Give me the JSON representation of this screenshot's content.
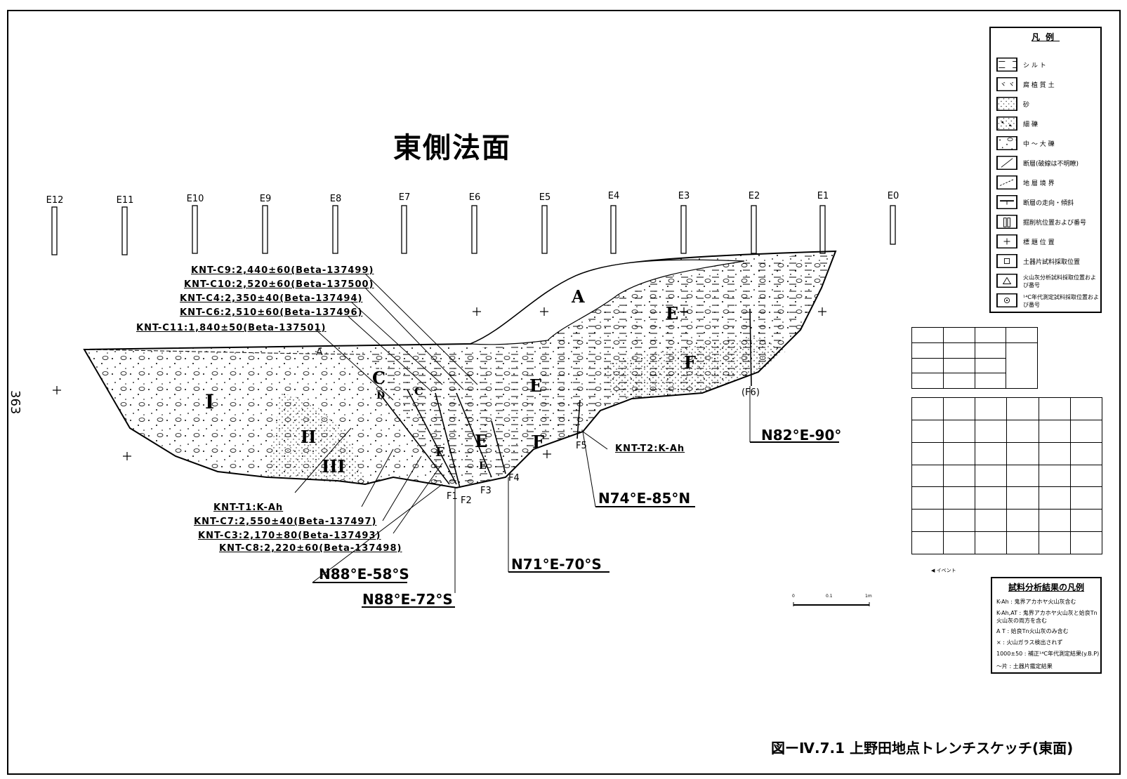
{
  "page": {
    "title": "東側法面",
    "page_number": "363",
    "caption": "図ーⅣ.7.1 上野田地点トレンチスケッチ(東面)"
  },
  "stakes": [
    "E12",
    "E11",
    "E10",
    "E9",
    "E8",
    "E7",
    "E6",
    "E5",
    "E4",
    "E3",
    "E2",
    "E1",
    "E0"
  ],
  "units": {
    "A": "A",
    "C": "C",
    "D": "D",
    "c_small": "C",
    "E_upper": "E",
    "E_mid": "E",
    "E_low": "E",
    "E_low2": "E",
    "E_low3": "E",
    "F_upper": "F",
    "F_low": "F",
    "A_small": "A",
    "I": "I",
    "II": "II",
    "III": "III"
  },
  "samples_top": [
    "KNT-C9:2,440±60(Beta-137499)",
    "KNT-C10:2,520±60(Beta-137500)",
    "KNT-C4:2,350±40(Beta-137494)",
    "KNT-C6:2,510±60(Beta-137496)",
    "KNT-C11:1,840±50(Beta-137501)"
  ],
  "samples_bottom": [
    "KNT-T1:K-Ah",
    "KNT-C7:2,550±40(Beta-137497)",
    "KNT-C3:2,170±80(Beta-137493)",
    "KNT-C8:2,220±60(Beta-137498)"
  ],
  "sample_right": "KNT-T2:K-Ah",
  "faults": {
    "F1": "F1",
    "F2": "F2",
    "F3": "F3",
    "F4": "F4",
    "F5": "F5",
    "F6": "(F6)"
  },
  "strikes": {
    "s1": "N88°E-58°S",
    "s2": "N88°E-72°S",
    "s3": "N71°E-70°S",
    "s4": "N74°E-85°N",
    "s5": "N82°E-90°"
  },
  "legend": {
    "title": "凡例",
    "items": [
      {
        "icon": "silt-pattern-icon",
        "label": "シ ル ト"
      },
      {
        "icon": "humic-soil-pattern-icon",
        "label": "腐 植 質 土"
      },
      {
        "icon": "sand-pattern-icon",
        "label": "砂"
      },
      {
        "icon": "fine-gravel-pattern-icon",
        "label": "細 礫"
      },
      {
        "icon": "coarse-gravel-pattern-icon",
        "label": "中 ～ 大 礫"
      },
      {
        "icon": "fault-line-icon",
        "label": "断層(破線は不明瞭)"
      },
      {
        "icon": "layer-boundary-icon",
        "label": "地 層 境 界"
      },
      {
        "icon": "fault-strike-dip-icon",
        "label": "断層の走向・傾斜"
      },
      {
        "icon": "stake-icon",
        "label": "掘削杭位置および番号"
      },
      {
        "icon": "survey-point-icon",
        "label": "標 題 位 置"
      },
      {
        "icon": "square-icon",
        "label": "土器片試料採取位置"
      },
      {
        "icon": "triangle-icon",
        "label": "火山灰分析試料採取位置および番号"
      },
      {
        "icon": "c14-circle-icon",
        "label": "¹⁴C年代測定試料採取位置および番号"
      }
    ]
  },
  "results_legend": {
    "title": "試料分析結果の凡例",
    "rows": [
      "K-Ah : 鬼界アカホヤ火山灰含む",
      "K-Ah,AT : 鬼界アカホヤ火山灰と姶良Tn火山灰の両方を含む",
      "A T : 姶良Tn火山灰のみ含む",
      "× : 火山ガラス検出されず",
      "1000±50 : 補正¹⁴C年代測定結果(y.B.P)",
      "～片 : 土器片鑑定結果"
    ]
  },
  "event_note": "◀ イベント",
  "scale_labels": [
    "0",
    "0.1",
    "1m"
  ]
}
